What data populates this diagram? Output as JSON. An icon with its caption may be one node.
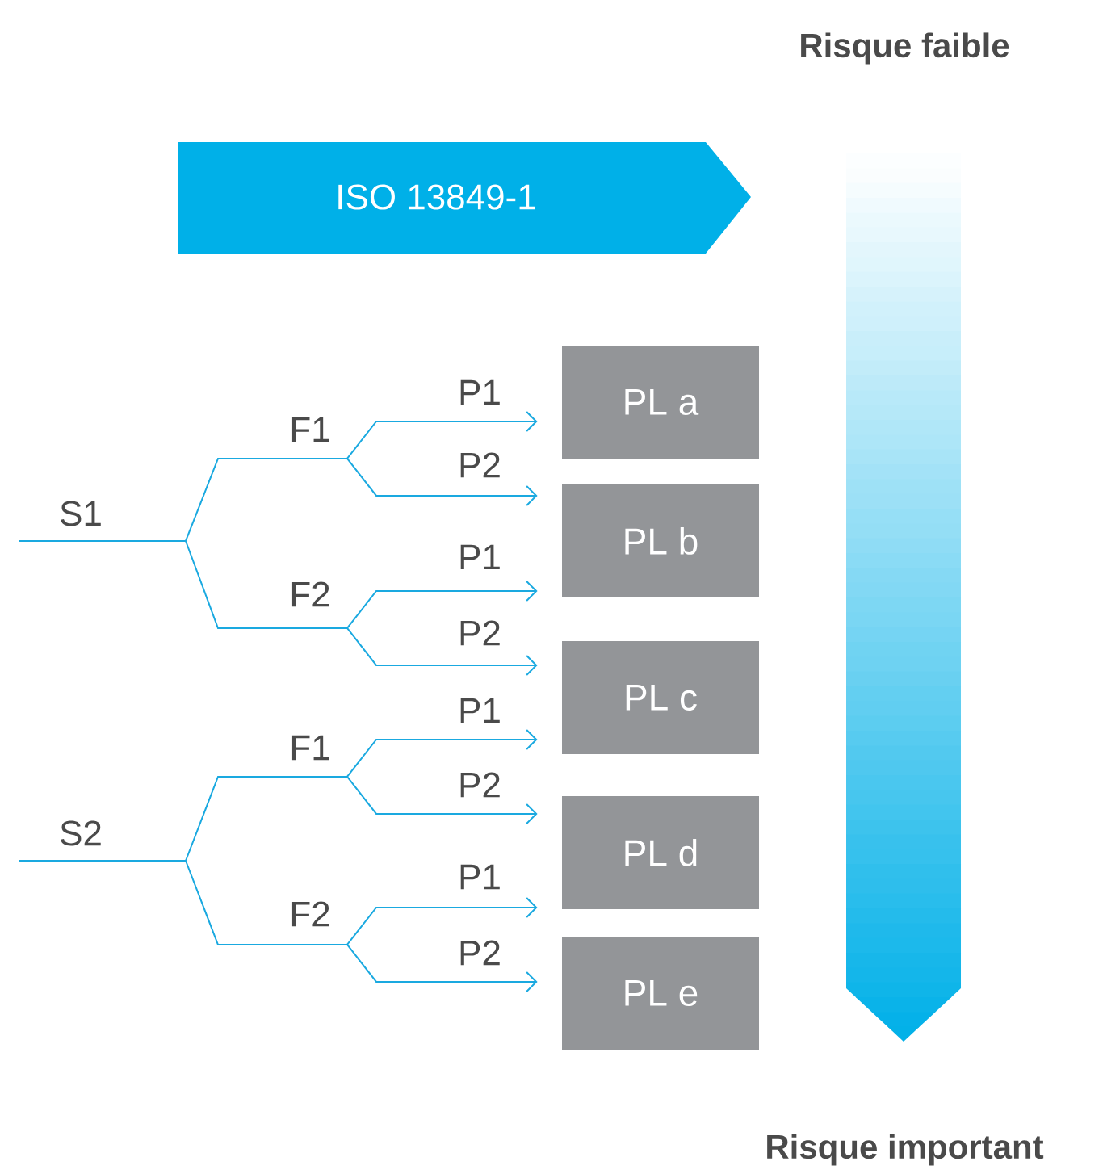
{
  "diagram": {
    "nodes": [
      {
        "text": [
          "ISO 13849-1"
        ]
      },
      {
        "text": [
          "S1"
        ]
      },
      {
        "text": [
          "F1"
        ]
      },
      {
        "text": [
          "F2"
        ]
      },
      {
        "text": [
          "S2"
        ]
      },
      {
        "text": [
          "F1"
        ]
      },
      {
        "text": [
          "F2"
        ]
      },
      {
        "text": [
          "PL a"
        ]
      },
      {
        "text": [
          "PL b"
        ]
      },
      {
        "text": [
          "PL c"
        ]
      },
      {
        "text": [
          "PL d"
        ]
      },
      {
        "text": [
          "PL e"
        ]
      }
    ],
    "edges": [
      {
        "from": 1,
        "to": 2,
        "arrow": "none"
      },
      {
        "from": 1,
        "to": 3,
        "arrow": "none"
      },
      {
        "from": 2,
        "to": 7,
        "arrow": "to",
        "label": "P1"
      },
      {
        "from": 2,
        "to": 8,
        "arrow": "to",
        "label": "P2"
      },
      {
        "from": 3,
        "to": 8,
        "arrow": "to",
        "label": "P1"
      },
      {
        "from": 3,
        "to": 9,
        "arrow": "to",
        "label": "P2"
      },
      {
        "from": 4,
        "to": 5,
        "arrow": "none"
      },
      {
        "from": 4,
        "to": 6,
        "arrow": "none"
      },
      {
        "from": 5,
        "to": 9,
        "arrow": "to",
        "label": "P1"
      },
      {
        "from": 5,
        "to": 10,
        "arrow": "to",
        "label": "P2"
      },
      {
        "from": 6,
        "to": 10,
        "arrow": "to",
        "label": "P1"
      },
      {
        "from": 6,
        "to": 11,
        "arrow": "to",
        "label": "P2"
      }
    ],
    "labels": [
      "Risque faible",
      "Risque important"
    ]
  }
}
